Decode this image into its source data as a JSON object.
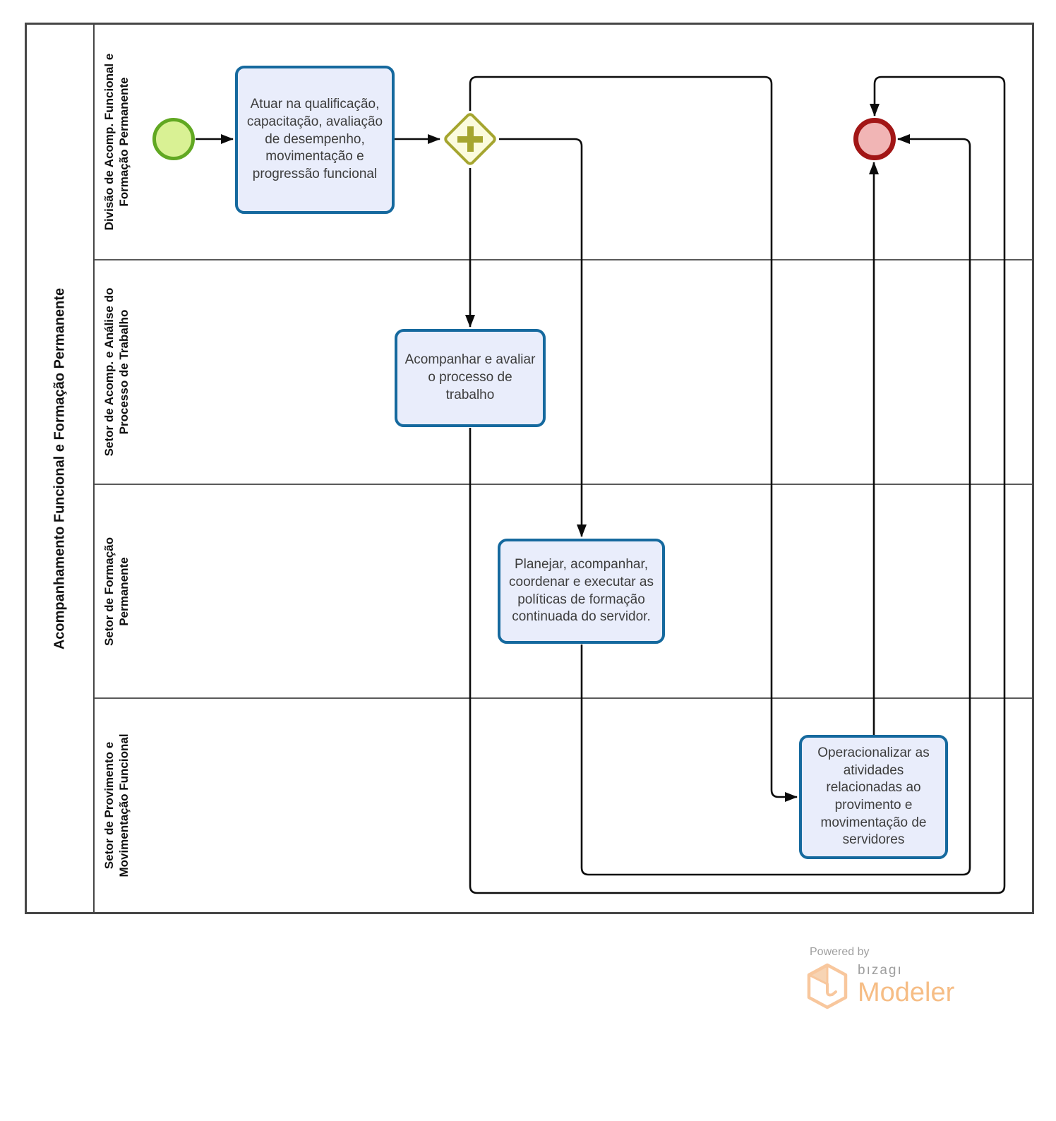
{
  "pool": {
    "title": "Acompanhamento Funcional e Formação Permanente",
    "lanes": [
      {
        "label": "Divisão de Acomp. Funcional e Formação Permanente"
      },
      {
        "label": "Setor de Acomp. e Análise do Processo de Trabalho"
      },
      {
        "label": "Setor de Formação Permanente"
      },
      {
        "label": "Setor de Provimento e Movimentação Funcional"
      }
    ]
  },
  "nodes": {
    "start_event": {
      "type": "start-event"
    },
    "task_atuar": {
      "label": "Atuar na qualificação, capacitação, avaliação de desempenho, movimentação e progressão funcional"
    },
    "gateway": {
      "type": "parallel-gateway"
    },
    "task_acompanhar": {
      "label": "Acompanhar e avaliar o processo de trabalho"
    },
    "task_planejar": {
      "label": "Planejar, acompanhar, coordenar e executar as políticas de formação continuada do servidor."
    },
    "task_operacionalizar": {
      "label": "Operacionalizar as atividades relacionadas ao provimento e movimentação de servidores"
    },
    "end_event": {
      "type": "end-event"
    }
  },
  "footer": {
    "powered_by": "Powered by",
    "brand": "bızagı",
    "product": "Modeler"
  },
  "colors": {
    "flow": "#0b0b0b",
    "pool_border": "#464646",
    "lane_line": "#5a5a5a",
    "task_border": "#15699e",
    "task_fill": "#e9edfb",
    "task_text": "#3d3d3d",
    "gateway_border": "#a5a52f",
    "gateway_fill": "#fbfbdd",
    "start_border": "#61a822",
    "start_fill": "#d9f194",
    "end_border": "#a21616",
    "end_fill": "#f1b5b5",
    "brand_orange": "#f6bd85",
    "brand_gray": "#9e9e9e"
  }
}
